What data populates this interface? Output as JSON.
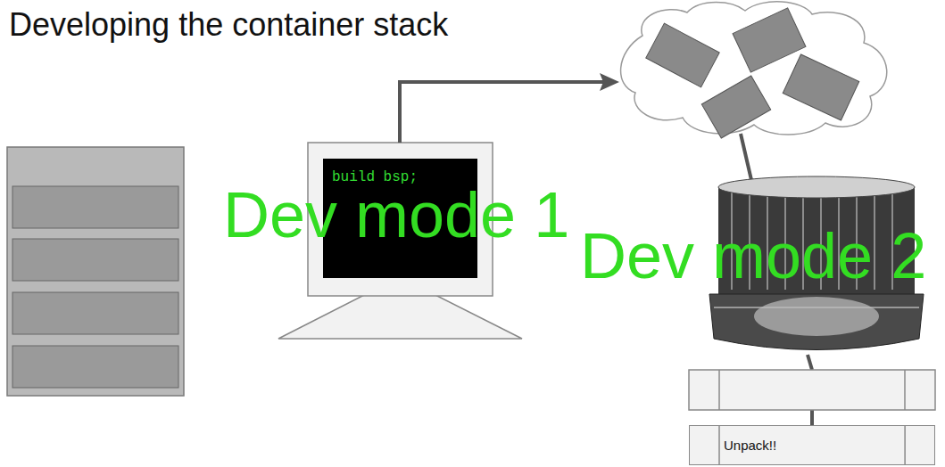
{
  "diagram": {
    "title": "Developing the container stack",
    "nodes": [
      {
        "text": [
          "build bsp;"
        ]
      },
      {
        "text": [
          "Unpack!!"
        ]
      }
    ],
    "labels": [
      "Dev mode 1",
      "Dev mode 2"
    ]
  }
}
